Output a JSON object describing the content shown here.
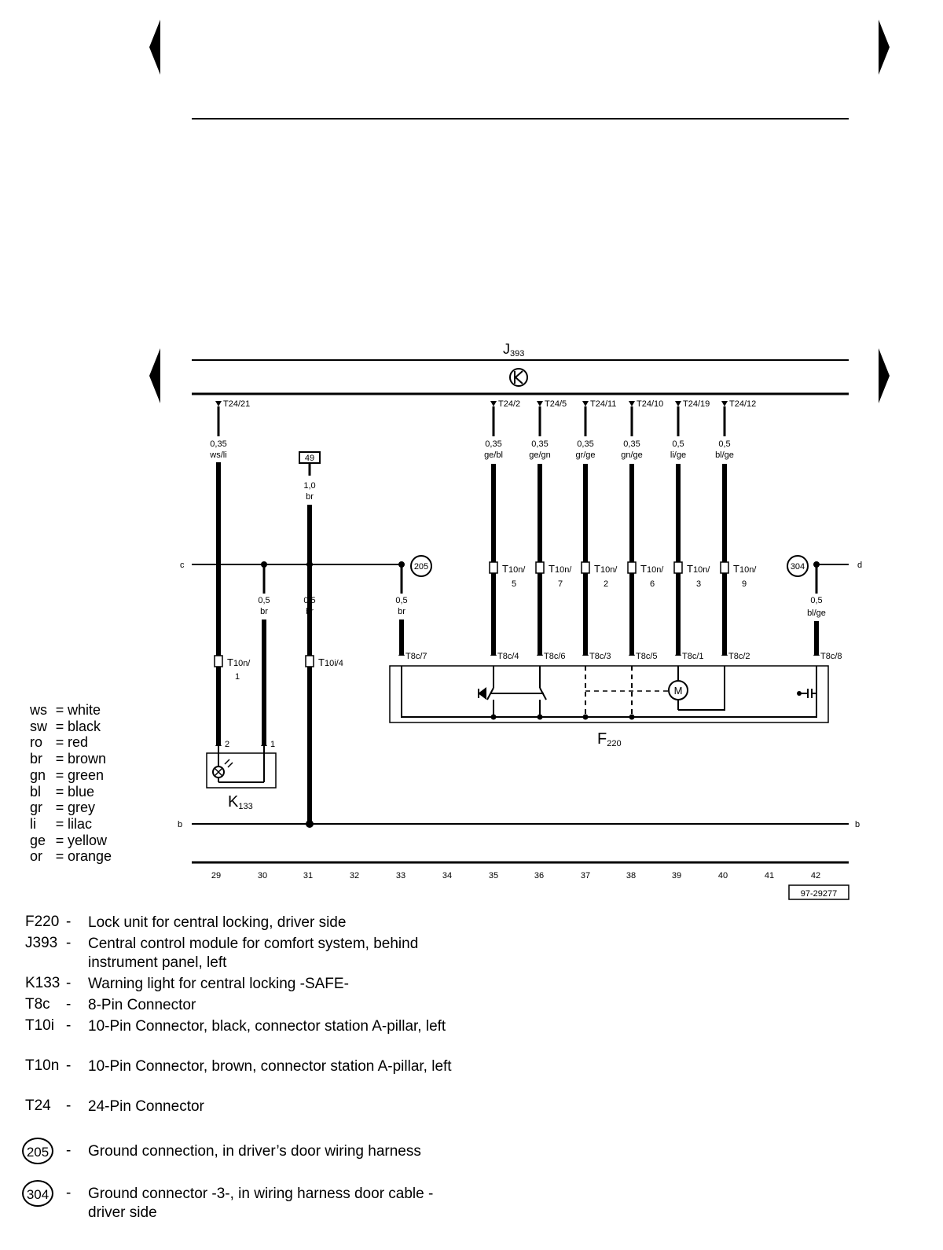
{
  "header": {
    "prev_page": "previous-page",
    "next_page": "next-page"
  },
  "module": {
    "code": "J",
    "sub": "393"
  },
  "j393_pins": [
    "T24/21",
    "T24/2",
    "T24/5",
    "T24/11",
    "T24/10",
    "T24/19",
    "T24/12"
  ],
  "wires": [
    {
      "size": "0,35",
      "color": "ws/li"
    },
    {
      "size": "0,35",
      "color": "ge/bl"
    },
    {
      "size": "0,35",
      "color": "ge/gn"
    },
    {
      "size": "0,35",
      "color": "gr/ge"
    },
    {
      "size": "0,35",
      "color": "gn/ge"
    },
    {
      "size": "0,5",
      "color": "li/ge"
    },
    {
      "size": "0,5",
      "color": "bl/ge"
    },
    {
      "size": "1,0",
      "color": "br"
    },
    {
      "size": "0,5",
      "color": "br"
    },
    {
      "size": "0,5",
      "color": "br"
    },
    {
      "size": "0,5",
      "color": "br"
    },
    {
      "size": "0,5",
      "color": "bl/ge"
    }
  ],
  "terminal_49": "49",
  "grounds": [
    "205",
    "304"
  ],
  "t10n": {
    "label": "T",
    "sub": "10n/",
    "pins": [
      "5",
      "7",
      "2",
      "6",
      "3",
      "9",
      "1"
    ]
  },
  "t10i": {
    "label": "T",
    "sub": "10i/4"
  },
  "t8c_pins": [
    "T8c/7",
    "T8c/4",
    "T8c/6",
    "T8c/3",
    "T8c/5",
    "T8c/1",
    "T8c/2",
    "T8c/8"
  ],
  "k133_pins": [
    "2",
    "1"
  ],
  "components": {
    "f220": {
      "code": "F",
      "sub": "220"
    },
    "k133": {
      "code": "K",
      "sub": "133"
    },
    "motor": "M"
  },
  "edge_labels": {
    "c": "c",
    "d": "d",
    "b_left": "b",
    "b_right": "b"
  },
  "track_numbers": [
    "29",
    "30",
    "31",
    "32",
    "33",
    "34",
    "35",
    "36",
    "37",
    "38",
    "39",
    "40",
    "41",
    "42"
  ],
  "figure_ref": "97-29277",
  "color_legend": [
    {
      "code": "ws",
      "name": "white"
    },
    {
      "code": "sw",
      "name": "black"
    },
    {
      "code": "ro",
      "name": "red"
    },
    {
      "code": "br",
      "name": "brown"
    },
    {
      "code": "gn",
      "name": "green"
    },
    {
      "code": "bl",
      "name": "blue"
    },
    {
      "code": "gr",
      "name": "grey"
    },
    {
      "code": "li",
      "name": "lilac"
    },
    {
      "code": "ge",
      "name": "yellow"
    },
    {
      "code": "or",
      "name": "orange"
    }
  ],
  "component_legend": [
    {
      "code": "F220",
      "dash": "-",
      "desc": "Lock unit for central locking, driver side"
    },
    {
      "code": "J393",
      "dash": "-",
      "desc": "Central control module for comfort system, behind instrument panel, left"
    },
    {
      "code": "K133",
      "dash": "-",
      "desc": "Warning light for central locking -SAFE-"
    },
    {
      "code": "T8c",
      "dash": "-",
      "desc": "8-Pin Connector"
    },
    {
      "code": "T10i",
      "dash": "-",
      "desc": "10-Pin Connector, black, connector station A-pillar, left"
    },
    {
      "code": "T10n",
      "dash": "-",
      "desc": "10-Pin Connector, brown, connector station A-pillar, left"
    },
    {
      "code": "T24",
      "dash": "-",
      "desc": "24-Pin Connector"
    }
  ],
  "ground_legend": [
    {
      "code": "205",
      "dash": "-",
      "desc": "Ground connection, in driver’s door wiring harness"
    },
    {
      "code": "304",
      "dash": "-",
      "desc": "Ground connector -3-, in wiring harness door cable - driver side"
    }
  ],
  "colors": {
    "ink": "#000000",
    "paper": "#ffffff"
  }
}
